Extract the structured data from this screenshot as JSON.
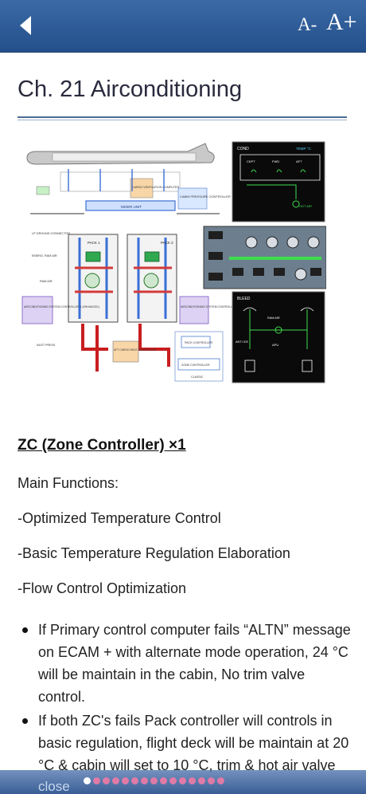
{
  "navbar": {
    "font_decrease_label": "A-",
    "font_increase_label": "A+"
  },
  "page": {
    "title": "Ch. 21 Airconditioning"
  },
  "diagram": {
    "labels": {
      "cond": "COND",
      "temp": "TEMP °C",
      "ckpt": "CKPT",
      "fwd": "FWD",
      "aft": "AFT",
      "hot_air": "HOT AIR",
      "bleed": "BLEED",
      "mixer_unit": "MIXER UNIT",
      "pack1": "PACK 1",
      "pack2": "PACK 2",
      "ram_air": "RAM AIR",
      "acsc1": "AIRCONDITIONING SYSTEM CONTROLLER 1 (ENHANCED)",
      "acsc2": "AIRCONDITIONING SYSTEM CONTROLLER 2 (ENHANCED)",
      "pack_controller": "PACK CONTROLLER",
      "zone_controller": "ZONE CONTROLLER",
      "classic": "CLASSIC",
      "cabin_pressure": "CABIN PRESSURE CONTROLLER",
      "cargo_vent": "CARGO VENTILATION COMPUTER",
      "aft_cargo_heat": "AFT CARGO HEAT CONTROLLER",
      "lp_ground": "LP GROUND CONNECTOR",
      "emerg_ram_air": "EMERG. RAM AIR",
      "inlet_press": "INLET PRESS",
      "anti_ice": "ANTI ICE",
      "apu": "APU"
    }
  },
  "content": {
    "section_heading": "ZC (Zone Controller) ×1",
    "main_functions": "Main Functions:",
    "functions": [
      "-Optimized Temperature Control",
      "-Basic Temperature Regulation Elaboration",
      "-Flow Control Optimization"
    ],
    "bullets": [
      "If Primary control computer fails “ALTN” message on ECAM + with alternate mode operation, 24 °C will be maintain in the cabin, No trim valve control.",
      "If both ZC's fails Pack controller will controls in basic regulation, flight deck will be maintain at 20 °C & cabin will set to 10 °C, trim & hot air valve"
    ]
  },
  "footer": {
    "close_label": "close",
    "page_count": 15,
    "current_page": 1
  },
  "colors": {
    "navbar": "#2d5a95",
    "accent_dot": "#e07aa6",
    "rule": "#4c6c92"
  }
}
